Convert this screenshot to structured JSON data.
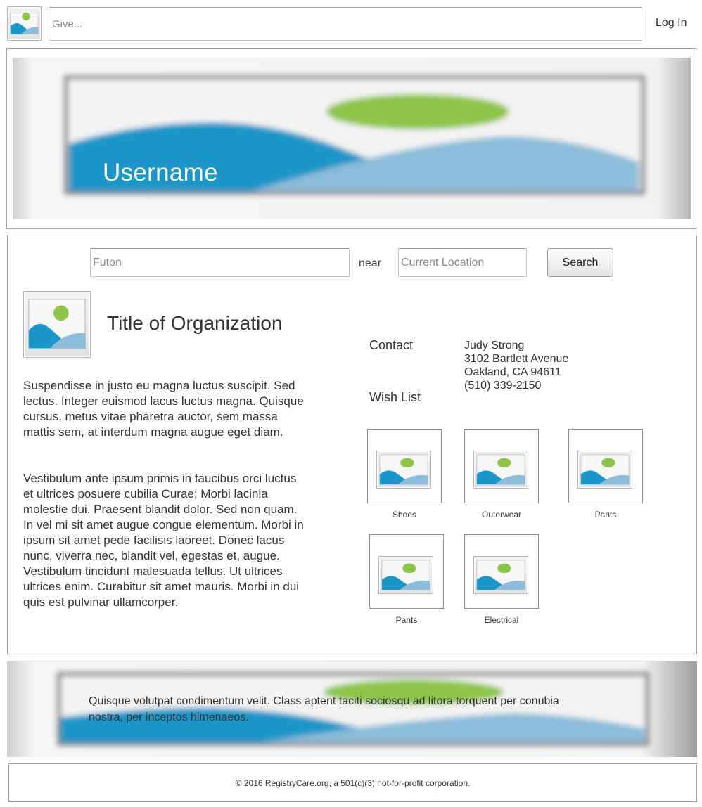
{
  "header": {
    "logo_icon": "image-placeholder-icon",
    "give_placeholder": "Give...",
    "login_label": "Log In"
  },
  "hero": {
    "username": "Username"
  },
  "search": {
    "query_placeholder": "Futon",
    "near_label": "near",
    "location_placeholder": "Current Location",
    "button_label": "Search"
  },
  "organization": {
    "title": "Title of Organization",
    "logo_icon": "image-placeholder-icon",
    "description": [
      "Suspendisse in justo eu magna luctus suscipit. Sed lectus. Integer euismod lacus luctus magna. Quisque cursus, metus vitae pharetra auctor, sem massa mattis sem, at interdum magna augue eget diam.",
      "Vestibulum ante ipsum primis in faucibus orci luctus et ultrices posuere cubilia Curae; Morbi lacinia molestie dui. Praesent blandit dolor. Sed non quam. In vel mi sit amet augue congue elementum. Morbi in ipsum sit amet pede facilisis laoreet. Donec lacus nunc, viverra nec, blandit vel, egestas et, augue. Vestibulum tincidunt malesuada tellus. Ut ultrices ultrices enim. Curabitur sit amet mauris. Morbi in dui quis est pulvinar ullamcorper."
    ]
  },
  "contact": {
    "label": "Contact",
    "name": "Judy Strong",
    "street": "3102 Bartlett Avenue",
    "city": "Oakland, CA 94611",
    "phone": "(510) 339-2150"
  },
  "wishlist": {
    "label": "Wish List",
    "items": [
      {
        "label": "Shoes"
      },
      {
        "label": "Outerwear"
      },
      {
        "label": "Pants"
      },
      {
        "label": "Pants"
      },
      {
        "label": "Electrical"
      }
    ]
  },
  "bottom_banner": {
    "text": "Quisque volutpat condimentum velit. Class aptent taciti sociosqu ad litora torquent per conubia nostra, per inceptos himenaeos."
  },
  "footer": {
    "text": "© 2016 RegistryCare.org, a 501(c)(3) not-for-profit corporation."
  },
  "colors": {
    "placeholder_dark_blue": "#1a96c8",
    "placeholder_light_blue": "#8cbcd9",
    "placeholder_green": "#8ec549",
    "border_gray": "#9e9e9e"
  }
}
